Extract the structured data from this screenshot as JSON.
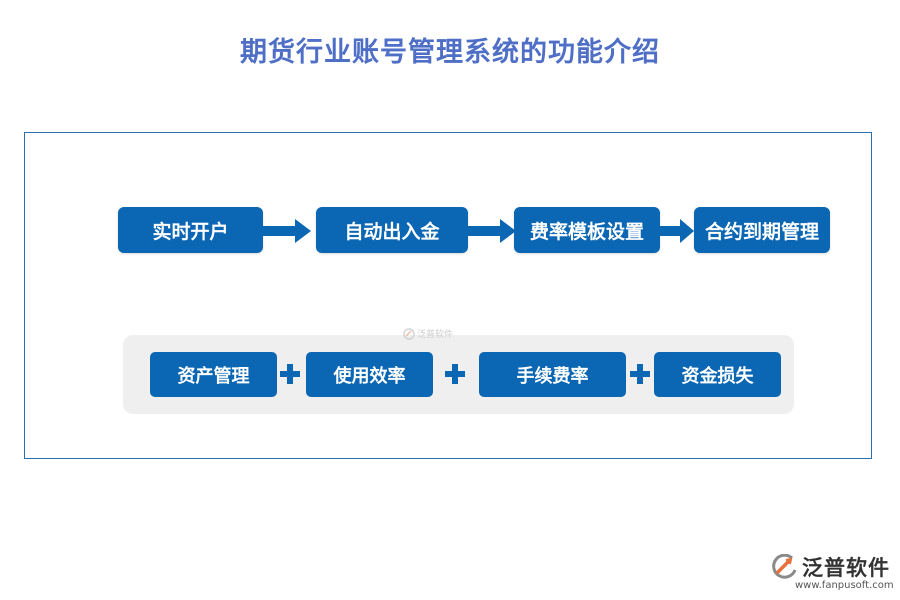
{
  "title": "期货行业账号管理系统的功能介绍",
  "flow": {
    "steps": [
      "实时开户",
      "自动出入金",
      "费率模板设置",
      "合约到期管理"
    ]
  },
  "components": {
    "items": [
      "资产管理",
      "使用效率",
      "手续费率",
      "资金损失"
    ]
  },
  "watermark": "泛普软件",
  "logo": {
    "name": "泛普软件",
    "url": "www.fanpusoft.com"
  },
  "colors": {
    "box": "#0b66b3",
    "title": "#4f6fc7",
    "frame": "#2a6fb4",
    "group_bg": "#efefef"
  }
}
